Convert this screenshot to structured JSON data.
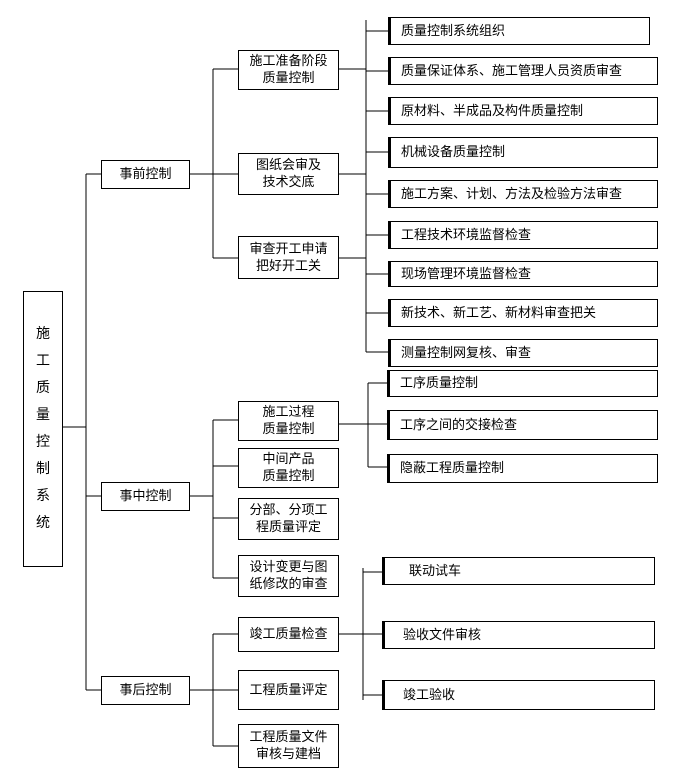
{
  "root": {
    "label": "施工质量控制系统",
    "chars": [
      "施",
      "工",
      "质",
      "量",
      "控",
      "制",
      "系",
      "统"
    ]
  },
  "stages": [
    {
      "label": "事前控制"
    },
    {
      "label": "事中控制"
    },
    {
      "label": "事后控制"
    }
  ],
  "pre": {
    "children": [
      {
        "label": "施工准备阶段\n质量控制"
      },
      {
        "label": "图纸会审及\n技术交底"
      },
      {
        "label": "审查开工申请\n把好开工关"
      }
    ],
    "details": [
      {
        "label": "质量控制系统组织"
      },
      {
        "label": "质量保证体系、施工管理人员资质审查"
      },
      {
        "label": "原材料、半成品及构件质量控制"
      },
      {
        "label": "机械设备质量控制"
      },
      {
        "label": "施工方案、计划、方法及检验方法审查"
      },
      {
        "label": "工程技术环境监督检查"
      },
      {
        "label": "现场管理环境监督检查"
      },
      {
        "label": "新技术、新工艺、新材料审查把关"
      },
      {
        "label": "测量控制网复核、审查"
      }
    ]
  },
  "mid": {
    "children": [
      {
        "label": "施工过程\n质量控制"
      },
      {
        "label": "中间产品\n质量控制"
      },
      {
        "label": "分部、分项工\n程质量评定"
      },
      {
        "label": "设计变更与图\n纸修改的审查"
      }
    ],
    "details": [
      {
        "label": "工序质量控制"
      },
      {
        "label": "工序之间的交接检查"
      },
      {
        "label": "隐蔽工程质量控制"
      }
    ]
  },
  "post": {
    "children": [
      {
        "label": "竣工质量检查"
      },
      {
        "label": "工程质量评定"
      },
      {
        "label": "工程质量文件\n审核与建档"
      }
    ],
    "details": [
      {
        "label": "联动试车"
      },
      {
        "label": "验收文件审核"
      },
      {
        "label": "竣工验收"
      }
    ]
  }
}
